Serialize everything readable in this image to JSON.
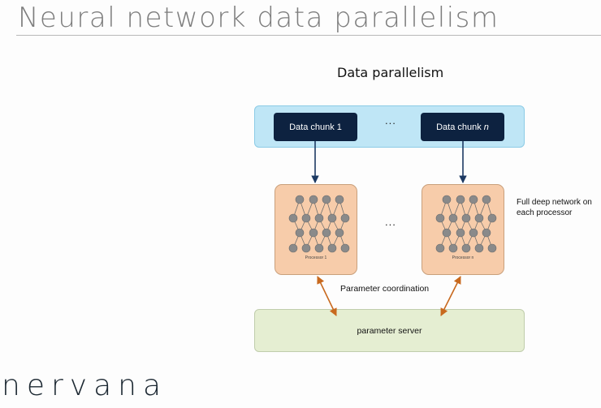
{
  "slide": {
    "title": "Neural network data parallelism",
    "brand": "nervana"
  },
  "diagram": {
    "title": "Data parallelism",
    "chunk_1_label": "Data chunk 1",
    "chunk_n_label": "Data chunk",
    "chunk_n_suffix": "n",
    "ellipsis": "...",
    "processor_1_label": "Processor 1",
    "processor_n_label": "Processor n",
    "side_note": "Full deep network on each processor",
    "coordination_label": "Parameter coordination",
    "server_label": "parameter server",
    "colors": {
      "data_bar": "#bfe6f6",
      "chunk": "#0d2240",
      "processor": "#f7ccaa",
      "server": "#e5eed2",
      "data_arrow": "#1d3a63",
      "coord_arrow": "#c8691e",
      "node": "#8a8a8a"
    }
  }
}
